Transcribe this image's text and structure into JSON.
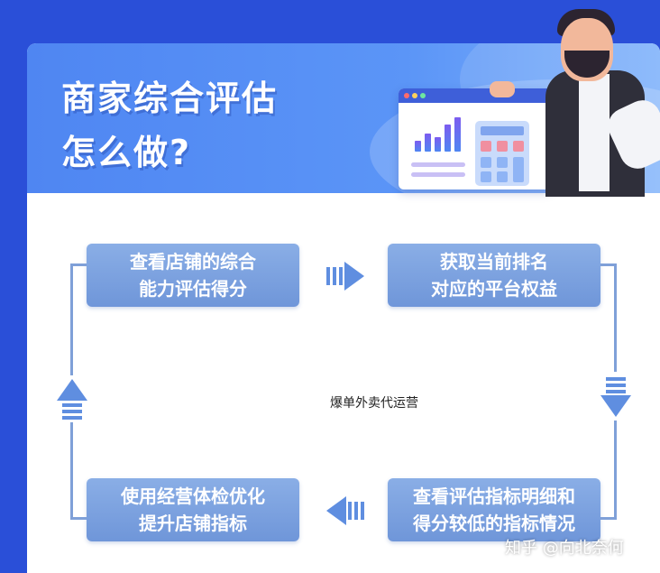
{
  "header": {
    "title_line1": "商家综合评估",
    "title_line2": "怎么做?"
  },
  "steps": [
    {
      "line1": "查看店铺的综合",
      "line2": "能力评估得分"
    },
    {
      "line1": "获取当前排名",
      "line2": "对应的平台权益"
    },
    {
      "line1": "查看评估指标明细和",
      "line2": "得分较低的指标情况"
    },
    {
      "line1": "使用经营体检优化",
      "line2": "提升店铺指标"
    }
  ],
  "center_label": "爆单外卖代运营",
  "watermark": "知乎 @向北奈何",
  "colors": {
    "background": "#2a4fd8",
    "header": "#5b95f7",
    "step_box": "#7fa0dd",
    "connector": "#7fa0d8"
  }
}
